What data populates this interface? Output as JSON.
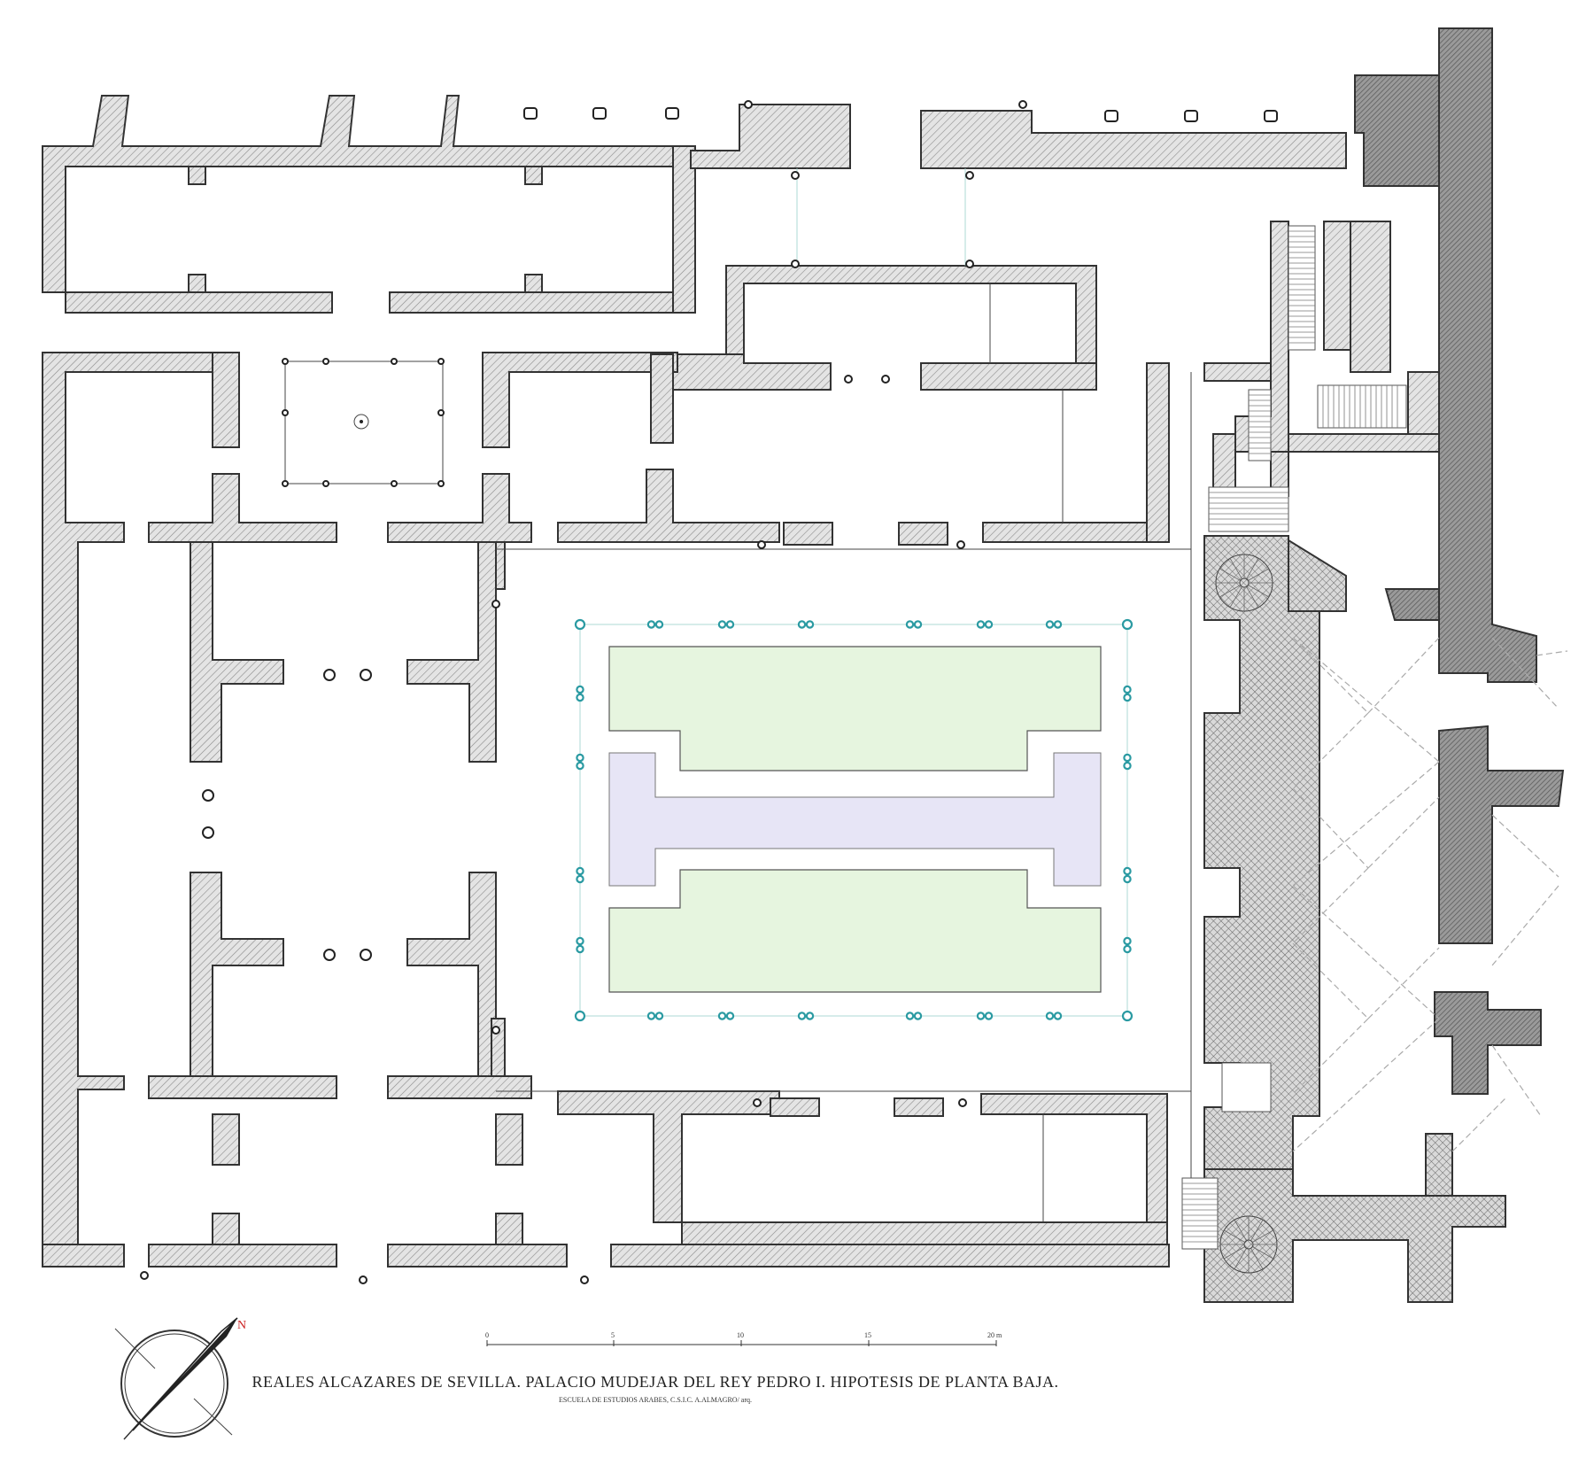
{
  "title": "REALES ALCAZARES DE SEVILLA. PALACIO MUDEJAR DEL REY PEDRO I. HIPOTESIS DE PLANTA BAJA.",
  "subtitle": "ESCUELA DE ESTUDIOS ARABES, C.S.I.C. A.ALMAGRO/ arq.",
  "north_label": "N",
  "scale_bar": {
    "ticks": [
      "0",
      "5",
      "10",
      "15",
      "20 m"
    ]
  },
  "colors": {
    "garden": "#e6f5df",
    "pool": "#e7e5f6",
    "column_ring": "#2a9aa2",
    "north_arrow": "#cc2222"
  }
}
